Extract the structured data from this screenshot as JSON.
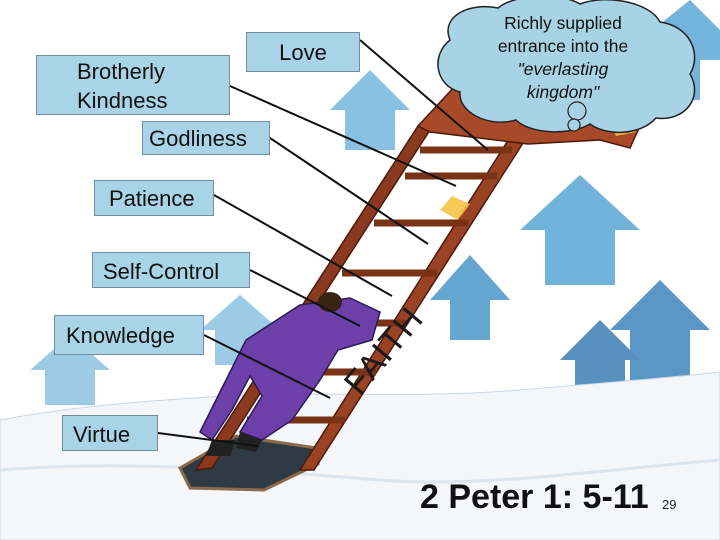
{
  "labels": {
    "brotherly_kindness": "Brotherly Kindness",
    "love": "Love",
    "godliness": "Godliness",
    "patience": "Patience",
    "self_control": "Self-Control",
    "knowledge": "Knowledge",
    "virtue": "Virtue"
  },
  "ladder_text": "FAITH",
  "cloud": {
    "line1": "Richly supplied",
    "line2": "entrance into the",
    "line3": "\"everlasting",
    "line4": "kingdom\""
  },
  "reference": "2 Peter 1: 5-11",
  "slide_number": "29",
  "colors": {
    "label_fill": "#a9d4e8",
    "cloud_fill": "#a8d3e5",
    "ladder": "#8b3a1f",
    "snow": "#f4f6fa",
    "sky_arrow": "#4a97c9"
  }
}
